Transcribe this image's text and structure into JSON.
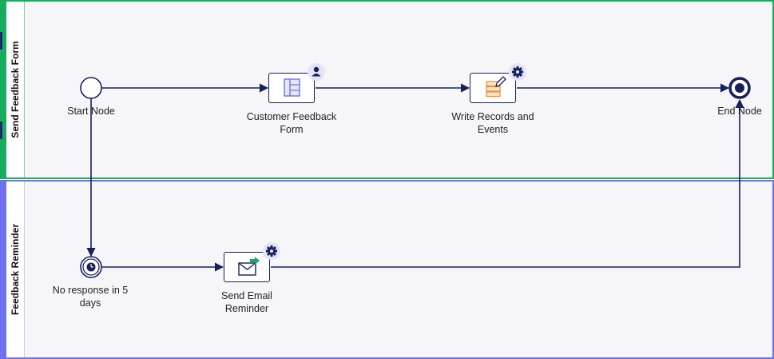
{
  "lanes": [
    {
      "id": "lane-1",
      "title": "Send Feedback Form",
      "color": "#18ad5e"
    },
    {
      "id": "lane-2",
      "title": "Feedback Reminder",
      "color": "#6f70ef"
    }
  ],
  "nodes": {
    "start": {
      "label": "Start Node",
      "type": "start-event"
    },
    "customer_form": {
      "label": "Customer Feedback Form",
      "type": "user-task",
      "icon": "form-icon",
      "badge": "user-icon"
    },
    "write_records": {
      "label": "Write Records and Events",
      "type": "service-task",
      "icon": "records-edit-icon",
      "badge": "gear-icon"
    },
    "end": {
      "label": "End Node",
      "type": "end-event"
    },
    "timer": {
      "label": "No response in 5 days",
      "type": "timer-event",
      "icon": "clock-icon"
    },
    "send_email": {
      "label": "Send Email Reminder",
      "type": "service-task",
      "icon": "email-send-icon",
      "badge": "gear-icon"
    }
  },
  "connections": [
    {
      "from": "start",
      "to": "customer_form"
    },
    {
      "from": "customer_form",
      "to": "write_records"
    },
    {
      "from": "write_records",
      "to": "end"
    },
    {
      "from": "start",
      "to": "timer"
    },
    {
      "from": "timer",
      "to": "send_email"
    },
    {
      "from": "send_email",
      "to": "end"
    }
  ],
  "colors": {
    "stroke": "#17205a",
    "badge_bg": "#e3e4f8",
    "form_icon": "#6f70ef",
    "records_icon": "#f0912f",
    "email_arrow": "#18ad5e"
  }
}
